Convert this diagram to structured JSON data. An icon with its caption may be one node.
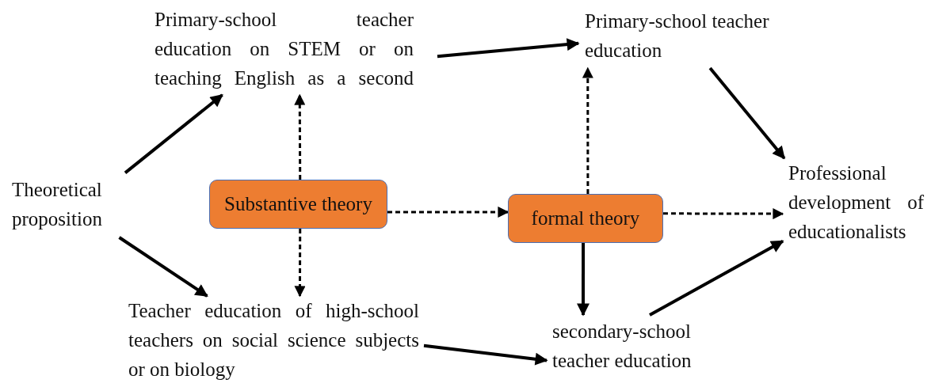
{
  "diagram": {
    "nodes": [
      {
        "text": [
          "Theoretical proposition"
        ]
      },
      {
        "text": [
          "Primary-school teacher education on STEM or on teaching English as a second"
        ]
      },
      {
        "text": [
          "Substantive theory"
        ]
      },
      {
        "text": [
          "Teacher education of high-school teachers on social science subjects or on biology"
        ]
      },
      {
        "text": [
          "Primary-school teacher education"
        ]
      },
      {
        "text": [
          "formal theory"
        ]
      },
      {
        "text": [
          "secondary-school teacher education"
        ]
      },
      {
        "text": [
          "Professional development of educationalists"
        ]
      }
    ],
    "edges": [
      {
        "from": 0,
        "to": 1,
        "arrow": "to"
      },
      {
        "from": 0,
        "to": 3,
        "arrow": "to"
      },
      {
        "from": 2,
        "to": 1,
        "arrow": "to",
        "style": "dashed"
      },
      {
        "from": 2,
        "to": 3,
        "arrow": "to",
        "style": "dashed"
      },
      {
        "from": 2,
        "to": 5,
        "arrow": "to",
        "style": "dashed"
      },
      {
        "from": 1,
        "to": 4,
        "arrow": "to"
      },
      {
        "from": 5,
        "to": 4,
        "arrow": "to",
        "style": "dashed"
      },
      {
        "from": 5,
        "to": 7,
        "arrow": "to",
        "style": "dashed"
      },
      {
        "from": 5,
        "to": 6,
        "arrow": "to"
      },
      {
        "from": 3,
        "to": 6,
        "arrow": "to"
      },
      {
        "from": 4,
        "to": 7,
        "arrow": "to"
      },
      {
        "from": 6,
        "to": 7,
        "arrow": "to"
      }
    ]
  }
}
